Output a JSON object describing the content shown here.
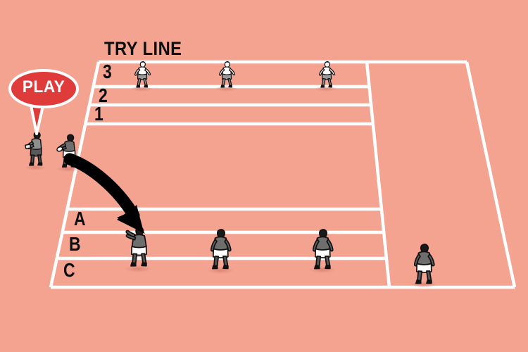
{
  "scene": {
    "type": "rugby-training-drill-diagram",
    "background_color": "#f4a391",
    "line_color": "#ffffff",
    "ink_color": "#111111"
  },
  "labels": {
    "try_line": "TRY LINE",
    "attack_lane_3": "3",
    "attack_lane_2": "2",
    "attack_lane_1": "1",
    "defence_lane_a": "A",
    "defence_lane_b": "B",
    "defence_lane_c": "C"
  },
  "callout": {
    "text": "PLAY",
    "fill_color": "#e03b3b",
    "outline_color": "#ffffff",
    "text_color": "#ffffff"
  },
  "arrow": {
    "name": "pass-direction-arrow",
    "color": "#000000",
    "from": "ball-carrier",
    "to": "receiver"
  },
  "players": {
    "white_shirt_team": {
      "shirt_color": "#ffffff",
      "shorts_color": "#8a8a8a",
      "count": 3
    },
    "grey_shirt_team": {
      "shirt_color": "#6e6e6e",
      "shorts_color": "#ffffff",
      "count": 5
    },
    "coach": {
      "shirt_color": "#8e8e8e",
      "shorts_color": "#595959",
      "count": 1
    }
  }
}
